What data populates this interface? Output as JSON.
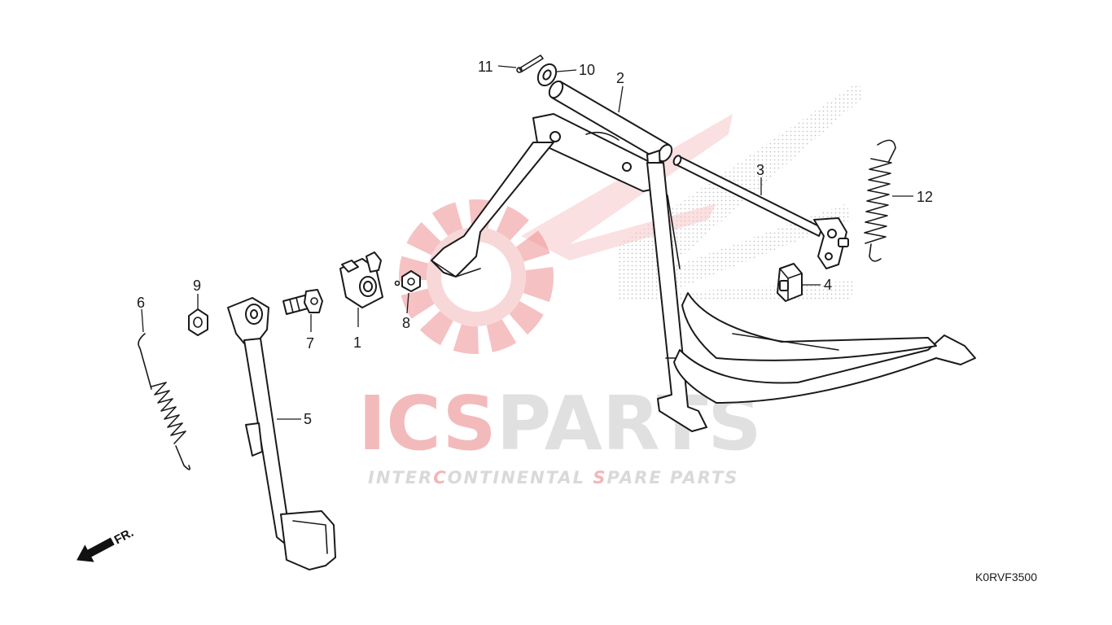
{
  "watermark": {
    "brand_left": "ICS",
    "brand_right": "PARTS",
    "tagline_parts": [
      {
        "text": "INTER",
        "accent": false
      },
      {
        "text": "C",
        "accent": true
      },
      {
        "text": "ONTINENTAL ",
        "accent": false
      },
      {
        "text": "S",
        "accent": true
      },
      {
        "text": "PARE PARTS",
        "accent": false
      }
    ],
    "colors": {
      "accent": "#e8787a",
      "gray": "#cfcfcf",
      "dots": "#bdbdbd"
    }
  },
  "callouts": [
    "1",
    "2",
    "3",
    "4",
    "5",
    "6",
    "7",
    "8",
    "9",
    "10",
    "11",
    "12"
  ],
  "front_indicator": "FR.",
  "diagram_code": "K0RVF3500"
}
